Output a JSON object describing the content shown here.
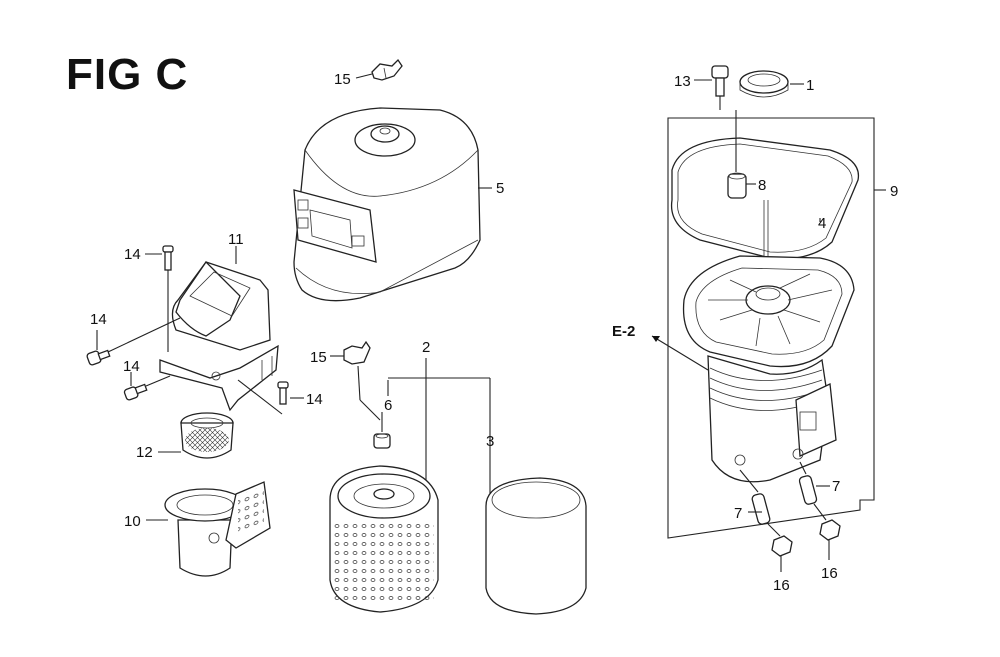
{
  "figure": {
    "title": "FIG C"
  },
  "callouts": {
    "c1": "1",
    "c2": "2",
    "c3": "3",
    "c4": "4",
    "c5": "5",
    "c6": "6",
    "c7a": "7",
    "c7b": "7",
    "c8": "8",
    "c9": "9",
    "c10": "10",
    "c11": "11",
    "c12": "12",
    "c13": "13",
    "c14a": "14",
    "c14b": "14",
    "c14c": "14",
    "c14d": "14",
    "c15a": "15",
    "c15b": "15",
    "c16a": "16",
    "c16b": "16",
    "e2": "E-2"
  }
}
